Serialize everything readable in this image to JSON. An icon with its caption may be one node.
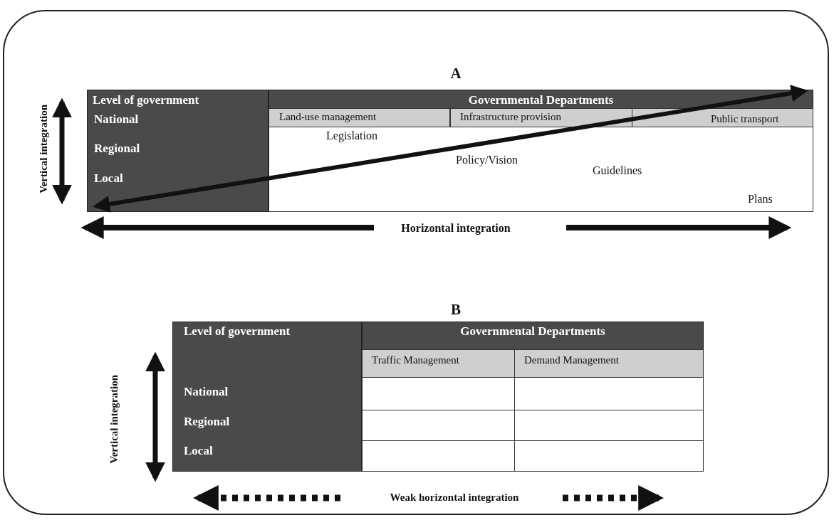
{
  "diagram": {
    "labels": [
      "A",
      "Level of government",
      "Governmental Departments",
      "Land-use management",
      "Infrastructure provision",
      "Public transport",
      "Vertical integration",
      "National",
      "Legislation",
      "Regional",
      "Policy/Vision",
      "Local",
      "Guidelines",
      "Plans",
      "Horizontal integration",
      "B",
      "Level of government",
      "Governmental Departments",
      "Traffic Management",
      "Demand Management",
      "Vertical integration",
      "National",
      "Regional",
      "Local",
      "Weak horizontal integration"
    ]
  }
}
